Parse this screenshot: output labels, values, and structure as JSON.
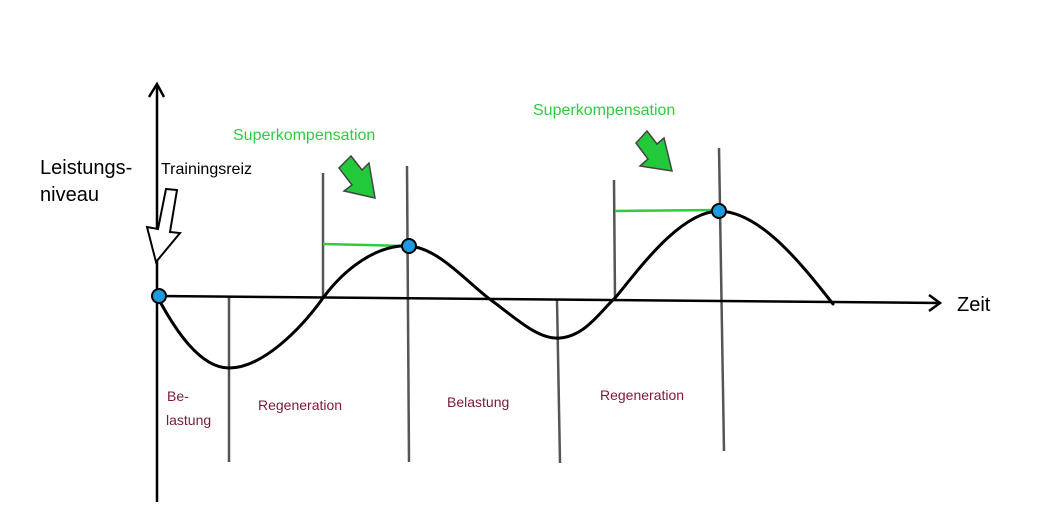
{
  "axes": {
    "y_label_line1": "Leistungs-",
    "y_label_line2": "niveau",
    "x_label": "Zeit"
  },
  "stimulus": {
    "label": "Trainingsreiz"
  },
  "supercompensation": [
    {
      "label": "Superkompensation"
    },
    {
      "label": "Superkompensation"
    }
  ],
  "phases": {
    "phase1_line1": "Be-",
    "phase1_line2": "lastung",
    "phase2": "Regeneration",
    "phase3": "Belastung",
    "phase4": "Regeneration"
  },
  "colors": {
    "curve": "#000000",
    "axis": "#000000",
    "divider": "#555555",
    "highlight_line": "#2ecc40",
    "highlight_text": "#2ecc40",
    "arrow_fill": "#22c93b",
    "point_fill": "#1e9be0",
    "phase_text": "#7a1a36"
  },
  "icons": {
    "stimulus_arrow": "down-arrow-outline-icon",
    "supercomp_arrow": "down-right-arrow-icon",
    "marker": "circle-marker-icon"
  }
}
